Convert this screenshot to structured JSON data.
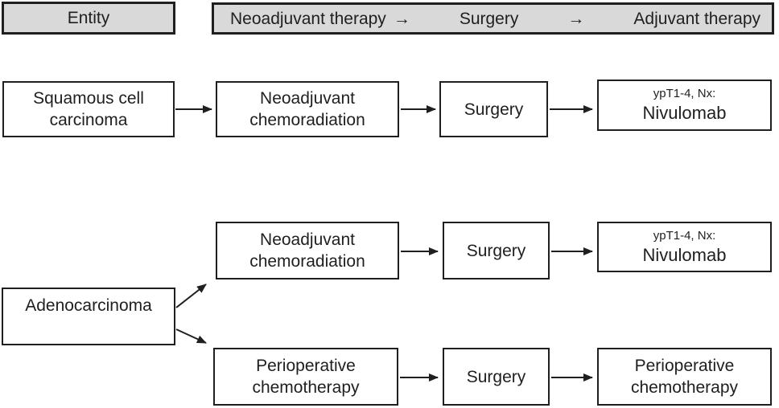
{
  "colors": {
    "background": "#ffffff",
    "header_fill": "#d9d9d9",
    "border": "#1f1f1f",
    "text": "#1f1f1f"
  },
  "header": {
    "entity": "Entity",
    "pathway": [
      "Neoadjuvant therapy",
      "→",
      "Surgery",
      "→",
      "Adjuvant therapy"
    ]
  },
  "squamous": {
    "entity": [
      "Squamous cell",
      "carcinoma"
    ],
    "neoadjuvant": [
      "Neoadjuvant",
      "chemoradiation"
    ],
    "surgery": "Surgery",
    "adjuvant_condition": "ypT1-4, Nx:",
    "adjuvant_drug": "Nivulomab"
  },
  "adenocarcinoma": {
    "entity": "Adenocarcinoma",
    "upper": {
      "neoadjuvant": [
        "Neoadjuvant",
        "chemoradiation"
      ],
      "surgery": "Surgery",
      "adjuvant_condition": "ypT1-4, Nx:",
      "adjuvant_drug": "Nivulomab"
    },
    "lower": {
      "perioperative": [
        "Perioperative",
        "chemotherapy"
      ],
      "surgery": "Surgery",
      "adjuvant": [
        "Perioperative",
        "chemotherapy"
      ]
    }
  }
}
